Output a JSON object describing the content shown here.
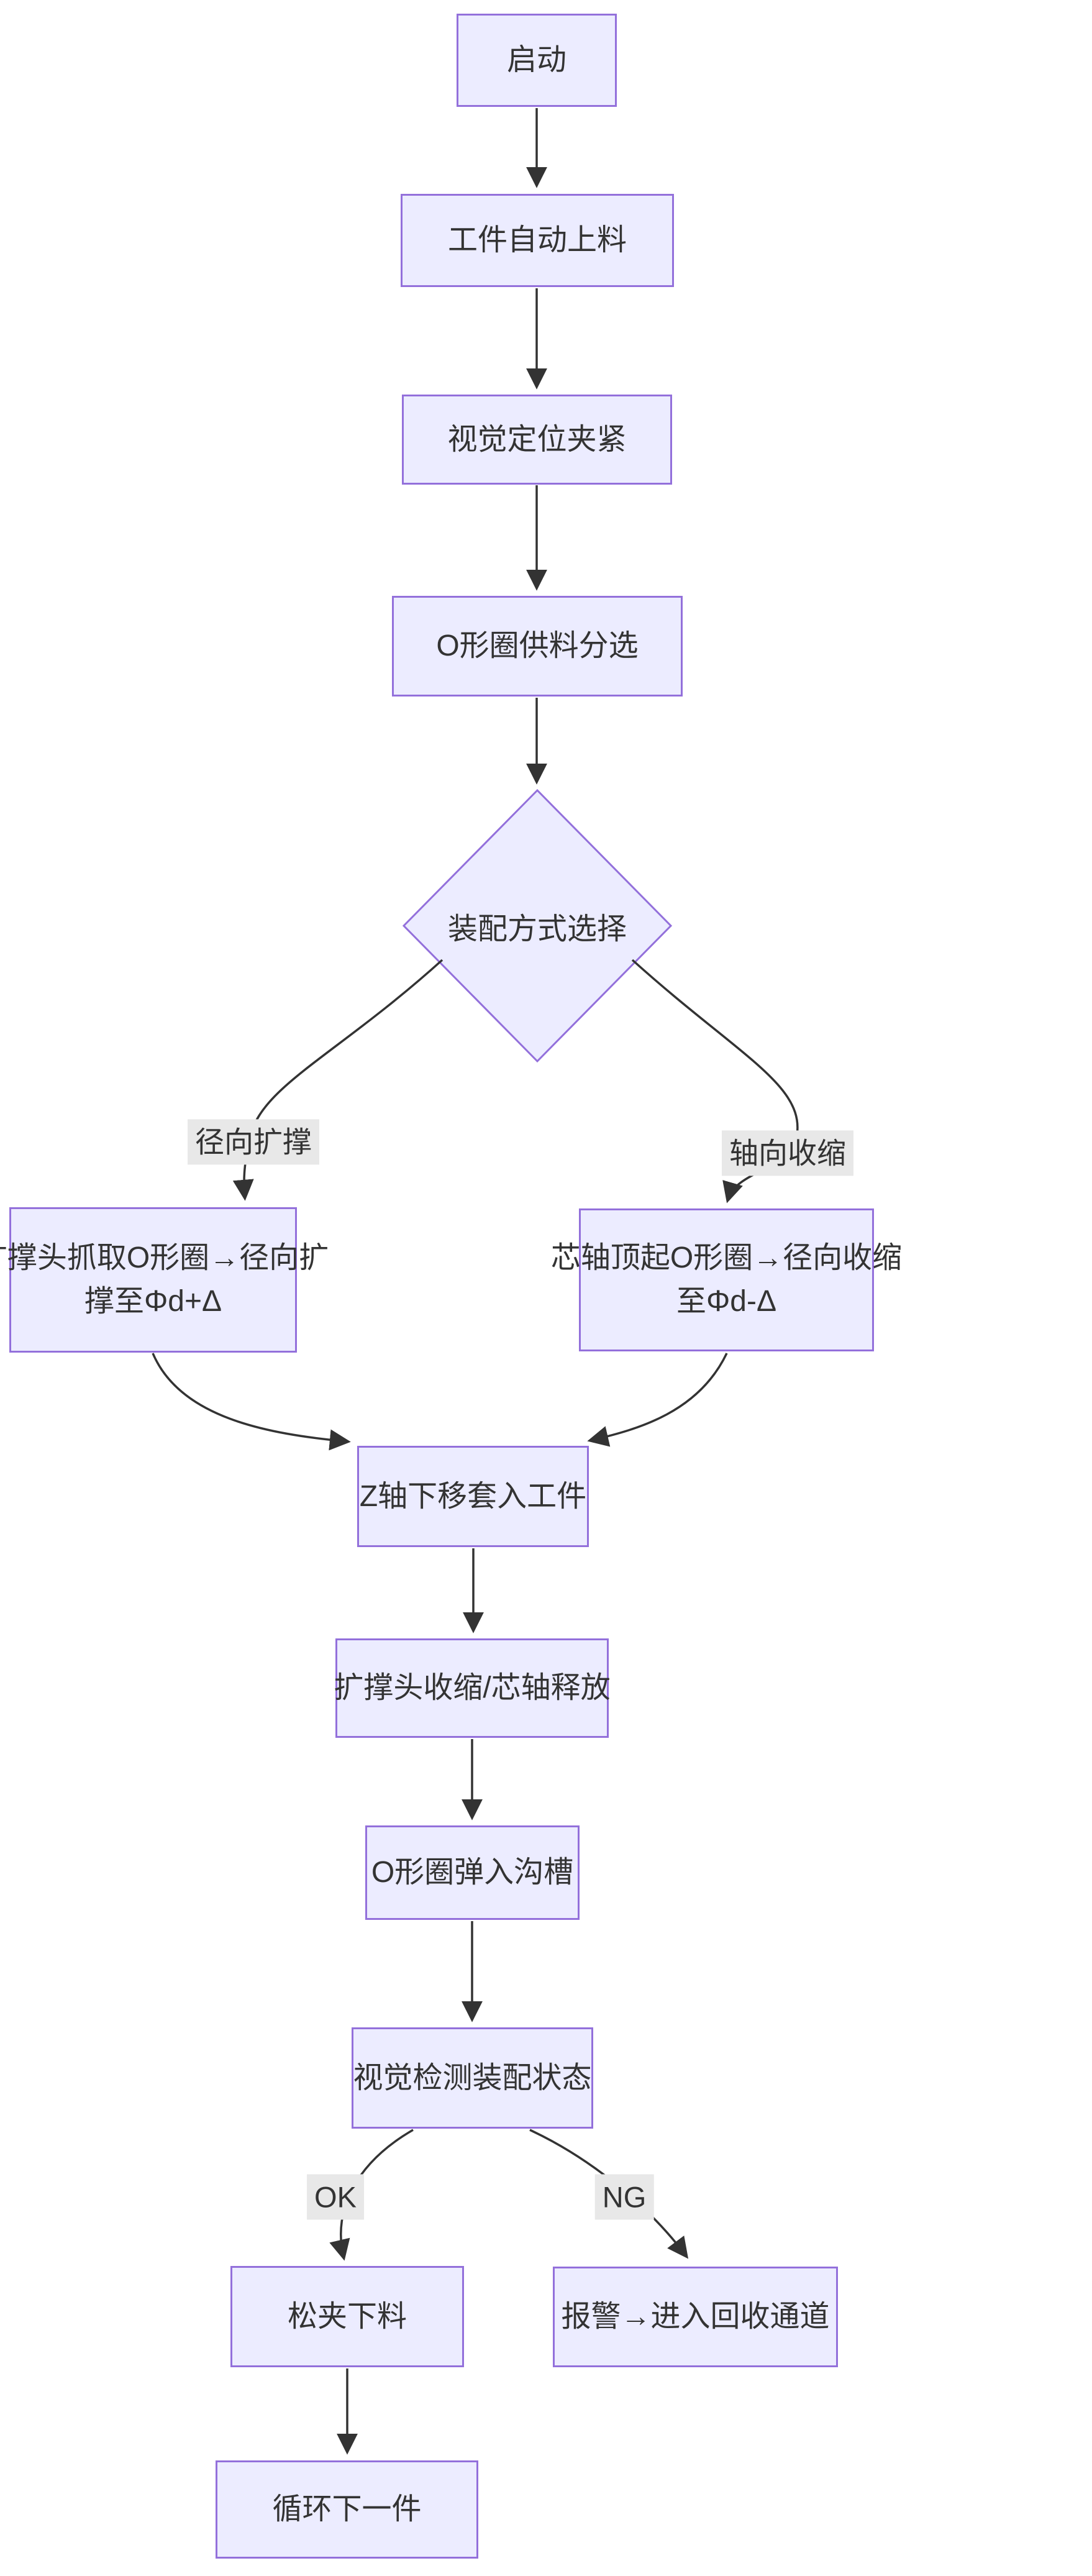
{
  "nodes": {
    "start": {
      "label": "启动"
    },
    "feed": {
      "label": "工件自动上料"
    },
    "position": {
      "label": "视觉定位夹紧"
    },
    "sort": {
      "label": "O形圈供料分选"
    },
    "decision": {
      "label": "装配方式选择"
    },
    "expand": {
      "line1": "扩撑头抓取O形圈→径向扩",
      "line2": "撑至Φd+Δ"
    },
    "shrink": {
      "line1": "芯轴顶起O形圈→径向收缩",
      "line2": "至Φd-Δ"
    },
    "insert": {
      "label": "Z轴下移套入工件"
    },
    "release": {
      "label": "扩撑头收缩/芯轴释放"
    },
    "snap": {
      "label": "O形圈弹入沟槽"
    },
    "inspect": {
      "label": "视觉检测装配状态"
    },
    "unload": {
      "label": "松夹下料"
    },
    "alarm": {
      "label": "报警→进入回收通道"
    },
    "cycle": {
      "label": "循环下一件"
    }
  },
  "edge_labels": {
    "radial": "径向扩撑",
    "axial": "轴向收缩",
    "ok": "OK",
    "ng": "NG"
  },
  "colors": {
    "node_fill": "#ECECFF",
    "node_border": "#9370DB",
    "edge": "#333333",
    "text": "#333333",
    "label_bg": "#e8e8e8",
    "background": "#ffffff"
  }
}
